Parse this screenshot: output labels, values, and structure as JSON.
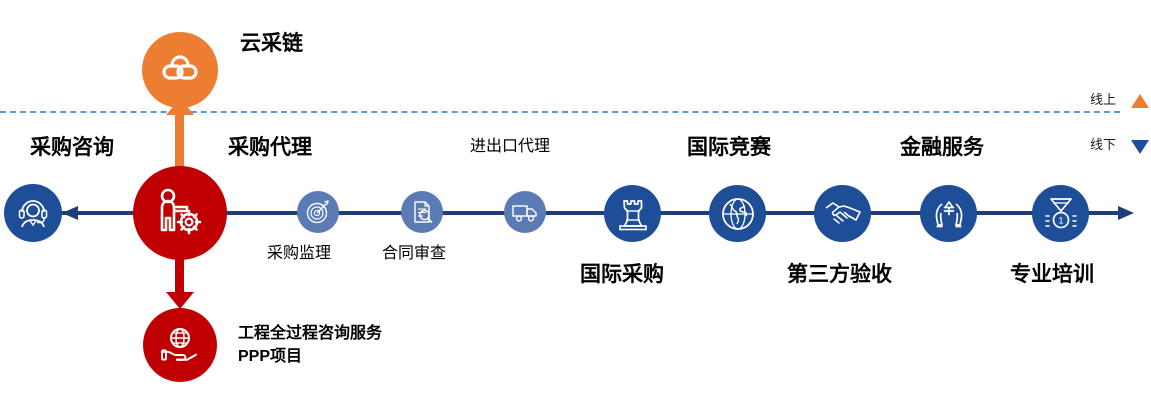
{
  "diagram": {
    "legend": [
      {
        "label": "线上",
        "marker": "triangle-up",
        "color": "#ED7D31"
      },
      {
        "label": "线下",
        "marker": "triangle-down",
        "color": "#1F4E99"
      }
    ],
    "hub": {
      "label": "采购代理",
      "icon": "person-gear-icon",
      "color": "#C00000"
    },
    "online_node": {
      "label": "云采链",
      "icon": "cloud-chain-icon",
      "color": "#ED7D31"
    },
    "bottom_node": {
      "label_line1": "工程全过程咨询服务",
      "label_line2": "PPP项目",
      "icon": "globe-in-hand-icon",
      "color": "#C00000"
    },
    "left_node": {
      "label": "采购咨询",
      "icon": "headset-agent-icon",
      "color": "#1F4E99"
    },
    "sub_nodes": [
      {
        "label": "采购监理",
        "icon": "target-dart-icon",
        "color": "#5B7BB4",
        "position": "below"
      },
      {
        "label": "合同审查",
        "icon": "document-search-icon",
        "color": "#5B7BB4",
        "position": "below"
      },
      {
        "label": "进出口代理",
        "icon": "delivery-truck-icon",
        "color": "#5B7BB4",
        "position": "above"
      }
    ],
    "main_nodes": [
      {
        "label": "国际采购",
        "icon": "chess-rook-icon",
        "color": "#1F4E99",
        "position": "below"
      },
      {
        "label": "国际竞赛",
        "icon": "globe-icon",
        "color": "#1F4E99",
        "position": "above"
      },
      {
        "label": "第三方验收",
        "icon": "handshake-icon",
        "color": "#1F4E99",
        "position": "below"
      },
      {
        "label": "金融服务",
        "icon": "hands-yen-icon",
        "color": "#1F4E99",
        "position": "above"
      },
      {
        "label": "专业培训",
        "icon": "medal-icon",
        "color": "#1F4E99",
        "position": "below"
      }
    ]
  }
}
